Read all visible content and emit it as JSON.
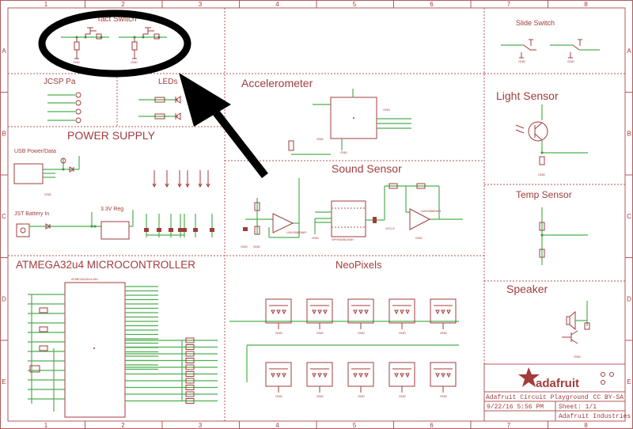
{
  "grid": {
    "columns": [
      "1",
      "2",
      "3",
      "4",
      "5",
      "6",
      "7",
      "8"
    ],
    "rows": [
      "A",
      "B",
      "C",
      "D",
      "E"
    ]
  },
  "sections": {
    "tact_switch": "Tact Switch",
    "jcsp": "JCSP Pa",
    "leds": "LEDs",
    "accelerometer": "Accelerometer",
    "power_supply": "POWER SUPPLY",
    "usb_power": "USB Power/Data",
    "jst_battery": "JST Battery In",
    "reg": "3.3V Reg",
    "mcu": "ATMEGA32u4 MICROCONTROLLER",
    "sound_sensor": "Sound Sensor",
    "neopixels": "NeoPixels",
    "slide_switch": "Slide Switch",
    "light_sensor": "Light Sensor",
    "temp_sensor": "Temp Sensor",
    "speaker": "Speaker"
  },
  "labels": {
    "gnd": "GND",
    "vcc": "VCC",
    "opamp": "LMV358IDMR",
    "vcc2": "VCC/2",
    "mic": "SPH0645LM4H",
    "mcu_part": "ATMEGA32U4-MU"
  },
  "title_block": {
    "logo_text": "adafruit",
    "title": "Adafruit Circuit Playground",
    "license": "CC BY-SA",
    "date": "9/22/16 5:56 PM",
    "sheet": "Sheet: 1/1",
    "company": "Adafruit Industries"
  },
  "annotation": {
    "highlight": "circle-and-arrow",
    "color": "#000000"
  },
  "colors": {
    "component": "#a23c3c",
    "wire": "#4caf50",
    "frame": "#b25a5a"
  }
}
